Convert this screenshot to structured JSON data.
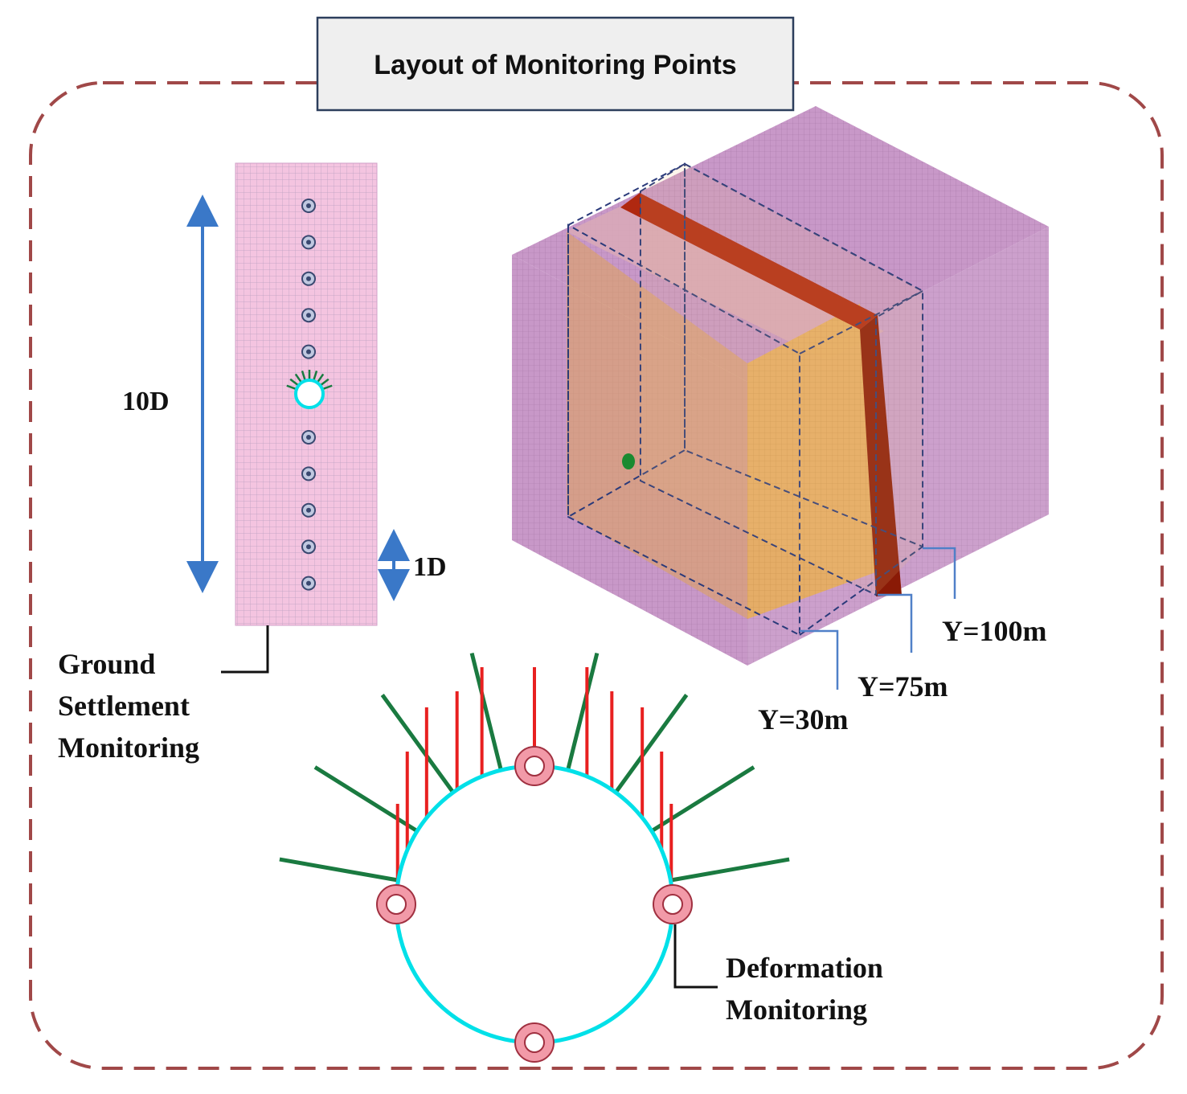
{
  "title": "Layout of Monitoring Points",
  "left_panel": {
    "length_label": "10D",
    "spacing_label": "1D",
    "callout_lines": [
      "Ground",
      "Settlement",
      "Monitoring"
    ],
    "monitoring_points_above": 5,
    "monitoring_points_below": 5
  },
  "model_3d": {
    "section_labels": [
      "Y=100m",
      "Y=75m",
      "Y=30m"
    ]
  },
  "tunnel_detail": {
    "callout_lines": [
      "Deformation",
      "Monitoring"
    ],
    "deformation_points": 4
  },
  "colors": {
    "frame_dashed": "#a04848",
    "mesh_pink": "#f4c4e0",
    "arrow_blue": "#3a78c8",
    "tunnel_cyan": "#00e0e8",
    "bolt_red": "#e82020",
    "bolt_green": "#1a7a40",
    "point_pink": "#f29aa8",
    "block_mauve": "#c898c8",
    "block_orange": "#e8b060",
    "fault_red": "#9a1e08",
    "leader_blue": "#5080c8"
  }
}
